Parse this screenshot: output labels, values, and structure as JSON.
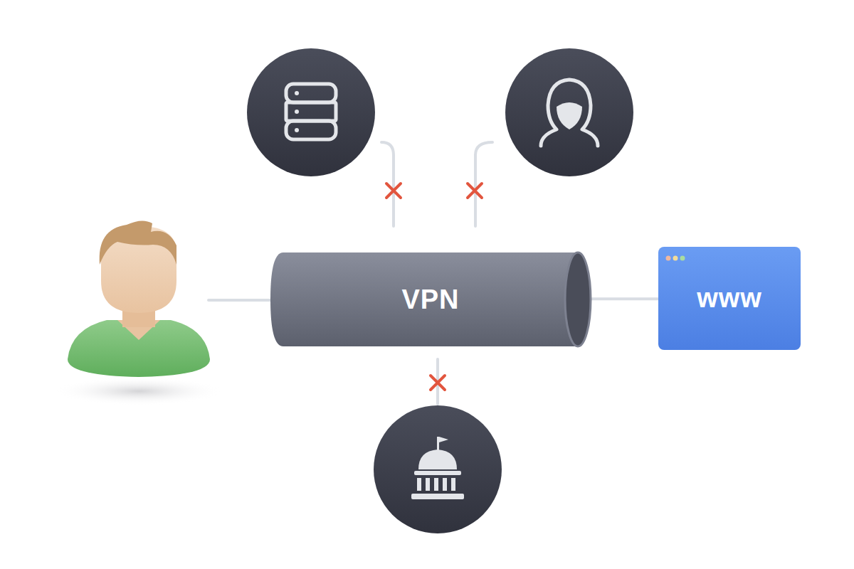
{
  "diagram": {
    "nodes": [
      {
        "text": [
          "VPN"
        ]
      },
      {
        "text": [
          "www"
        ]
      }
    ],
    "edges": [
      {
        "from": 0,
        "to": 1,
        "arrow": "none"
      }
    ]
  }
}
